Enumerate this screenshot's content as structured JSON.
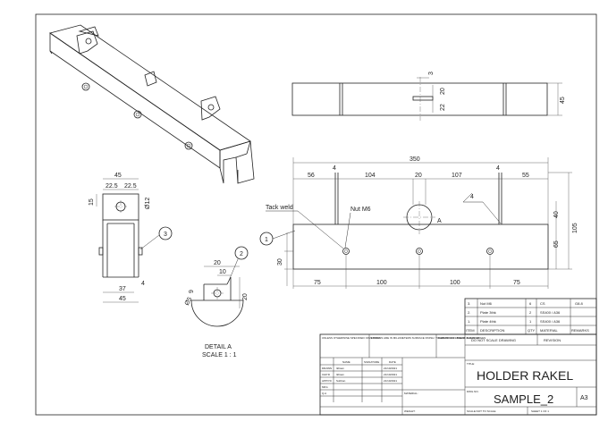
{
  "title_block": {
    "part_title": "HOLDER RAKEL",
    "dwg_no": "SAMPLE_2",
    "sheet_size": "A3",
    "title_label": "TITLE:",
    "dwg_no_label": "DWG NO.",
    "scale_label": "SCALE:NOT TO SCALE",
    "sheet_label": "SHEET 1 OF 1",
    "weight_label": "WEIGHT:",
    "material_label": "MATERIAL:",
    "finish_label": "FINISH:",
    "deburr_note": "DEBURR AND BREAK SHARP EDGES",
    "no_scale_note": "DO NOT SCALE DRAWING",
    "revision_label": "REVISION",
    "unless_note": "UNLESS OTHERWISE SPECIFIED: DIMENSIONS ARE IN MILLIMETERS SURFACE FINISH: TOLERANCES: LINEAR: ANGULAR:",
    "cols": [
      "NAME",
      "SIGNATURE",
      "DATE"
    ],
    "rows": [
      {
        "role": "DRAWN",
        "name": "Ikhsan",
        "date": "21/10/2021"
      },
      {
        "role": "CHK'D",
        "name": "Ikhsan",
        "date": "21/10/2021"
      },
      {
        "role": "APPV'D",
        "name": "Subhan",
        "date": "21/10/2021"
      },
      {
        "role": "MFG",
        "name": "",
        "date": ""
      },
      {
        "role": "Q.A",
        "name": "",
        "date": ""
      }
    ]
  },
  "bom": {
    "headers": [
      "ITEM",
      "DESCRIPTION",
      "QTY",
      "MATERIAL",
      "REMARKS"
    ],
    "rows": [
      {
        "item": "3.",
        "desc": "Nut M6",
        "qty": "6",
        "material": "CS",
        "remarks": "G8.8"
      },
      {
        "item": "2.",
        "desc": "Plate 3thk",
        "qty": "2",
        "material": "SS400 / A36",
        "remarks": ""
      },
      {
        "item": "1.",
        "desc": "Plate 4thk",
        "qty": "1",
        "material": "SS400 / A36",
        "remarks": ""
      }
    ]
  },
  "annotations": {
    "tack_weld": "Tack weld",
    "nut_label": "Nut M6",
    "detail_ref": "A",
    "detail_title": "DETAIL A",
    "detail_scale": "SCALE 1 : 1",
    "balloons": [
      "1",
      "2",
      "3"
    ],
    "weld_symbol_value": "4"
  },
  "dimensions": {
    "top": {
      "d3": "3",
      "d20": "20",
      "d22": "22",
      "d45": "45"
    },
    "front": {
      "overall": "350",
      "d56": "56",
      "d4a": "4",
      "d104": "104",
      "d20": "20",
      "d107": "107",
      "d4b": "4",
      "d55": "55",
      "d40": "40",
      "d105": "105",
      "d65": "65",
      "d30": "30",
      "d75a": "75",
      "d100a": "100",
      "d100b": "100",
      "d75b": "75"
    },
    "side": {
      "d45top": "45",
      "d22_5a": "22.5",
      "d22_5b": "22.5",
      "d15": "15",
      "dia12": "Ø12",
      "d37": "37",
      "d4": "4",
      "d45bot": "45"
    },
    "detail": {
      "d20": "20",
      "d10": "10",
      "d9": "9",
      "dia5": "Ø5",
      "d20v": "20"
    }
  }
}
